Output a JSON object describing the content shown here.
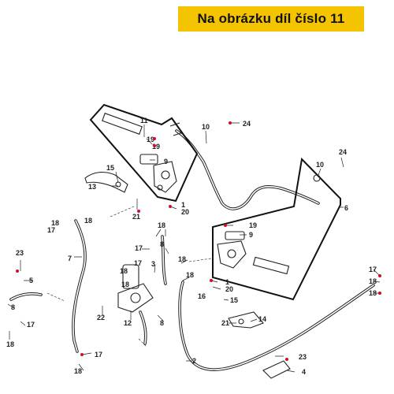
{
  "banner": {
    "text": "Na obrázku díl číslo 11",
    "color": "#f5c400"
  },
  "labels": [
    "11",
    "10",
    "24",
    "19",
    "19",
    "9",
    "15",
    "13",
    "21",
    "1",
    "20",
    "24",
    "10",
    "6",
    "18",
    "18",
    "17",
    "19",
    "8",
    "9",
    "23",
    "5",
    "7",
    "18",
    "17",
    "3",
    "18",
    "17",
    "18",
    "18",
    "18",
    "1",
    "20",
    "16",
    "22",
    "12",
    "8",
    "15",
    "21",
    "14",
    "17",
    "18",
    "18",
    "8",
    "17",
    "18",
    "17",
    "18",
    "23",
    "2",
    "4"
  ]
}
